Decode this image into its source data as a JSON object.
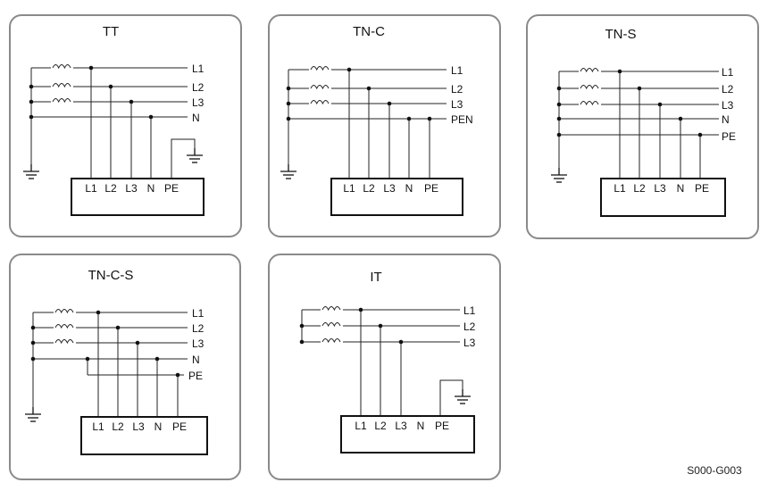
{
  "diagrams": [
    {
      "title": "TT",
      "line_labels": [
        "L1",
        "L2",
        "L3",
        "N"
      ],
      "terminal_labels": [
        "L1",
        "L2",
        "L3",
        "N",
        "PE"
      ]
    },
    {
      "title": "TN-C",
      "line_labels": [
        "L1",
        "L2",
        "L3",
        "PEN"
      ],
      "terminal_labels": [
        "L1",
        "L2",
        "L3",
        "N",
        "PE"
      ]
    },
    {
      "title": "TN-S",
      "line_labels": [
        "L1",
        "L2",
        "L3",
        "N",
        "PE"
      ],
      "terminal_labels": [
        "L1",
        "L2",
        "L3",
        "N",
        "PE"
      ]
    },
    {
      "title": "TN-C-S",
      "line_labels": [
        "L1",
        "L2",
        "L3",
        "N",
        "PE"
      ],
      "terminal_labels": [
        "L1",
        "L2",
        "L3",
        "N",
        "PE"
      ]
    },
    {
      "title": "IT",
      "line_labels": [
        "L1",
        "L2",
        "L3"
      ],
      "terminal_labels": [
        "L1",
        "L2",
        "L3",
        "N",
        "PE"
      ]
    }
  ],
  "figure_code": "S000-G003"
}
